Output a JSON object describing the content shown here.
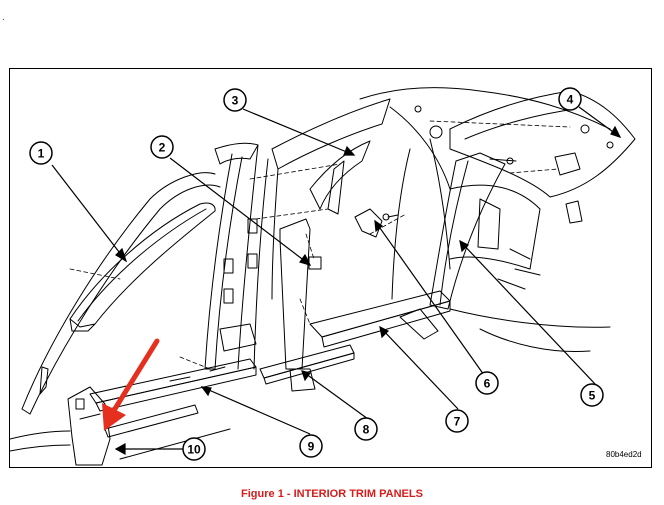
{
  "header": {
    "mark": "."
  },
  "figure": {
    "reference_code": "80b4ed2d",
    "caption": "Figure 1 - INTERIOR TRIM PANELS",
    "callouts": [
      "1",
      "2",
      "3",
      "4",
      "5",
      "6",
      "7",
      "8",
      "9",
      "10"
    ]
  },
  "colors": {
    "caption": "#d81b1b",
    "arrow": "#e53020",
    "line": "#000000"
  }
}
